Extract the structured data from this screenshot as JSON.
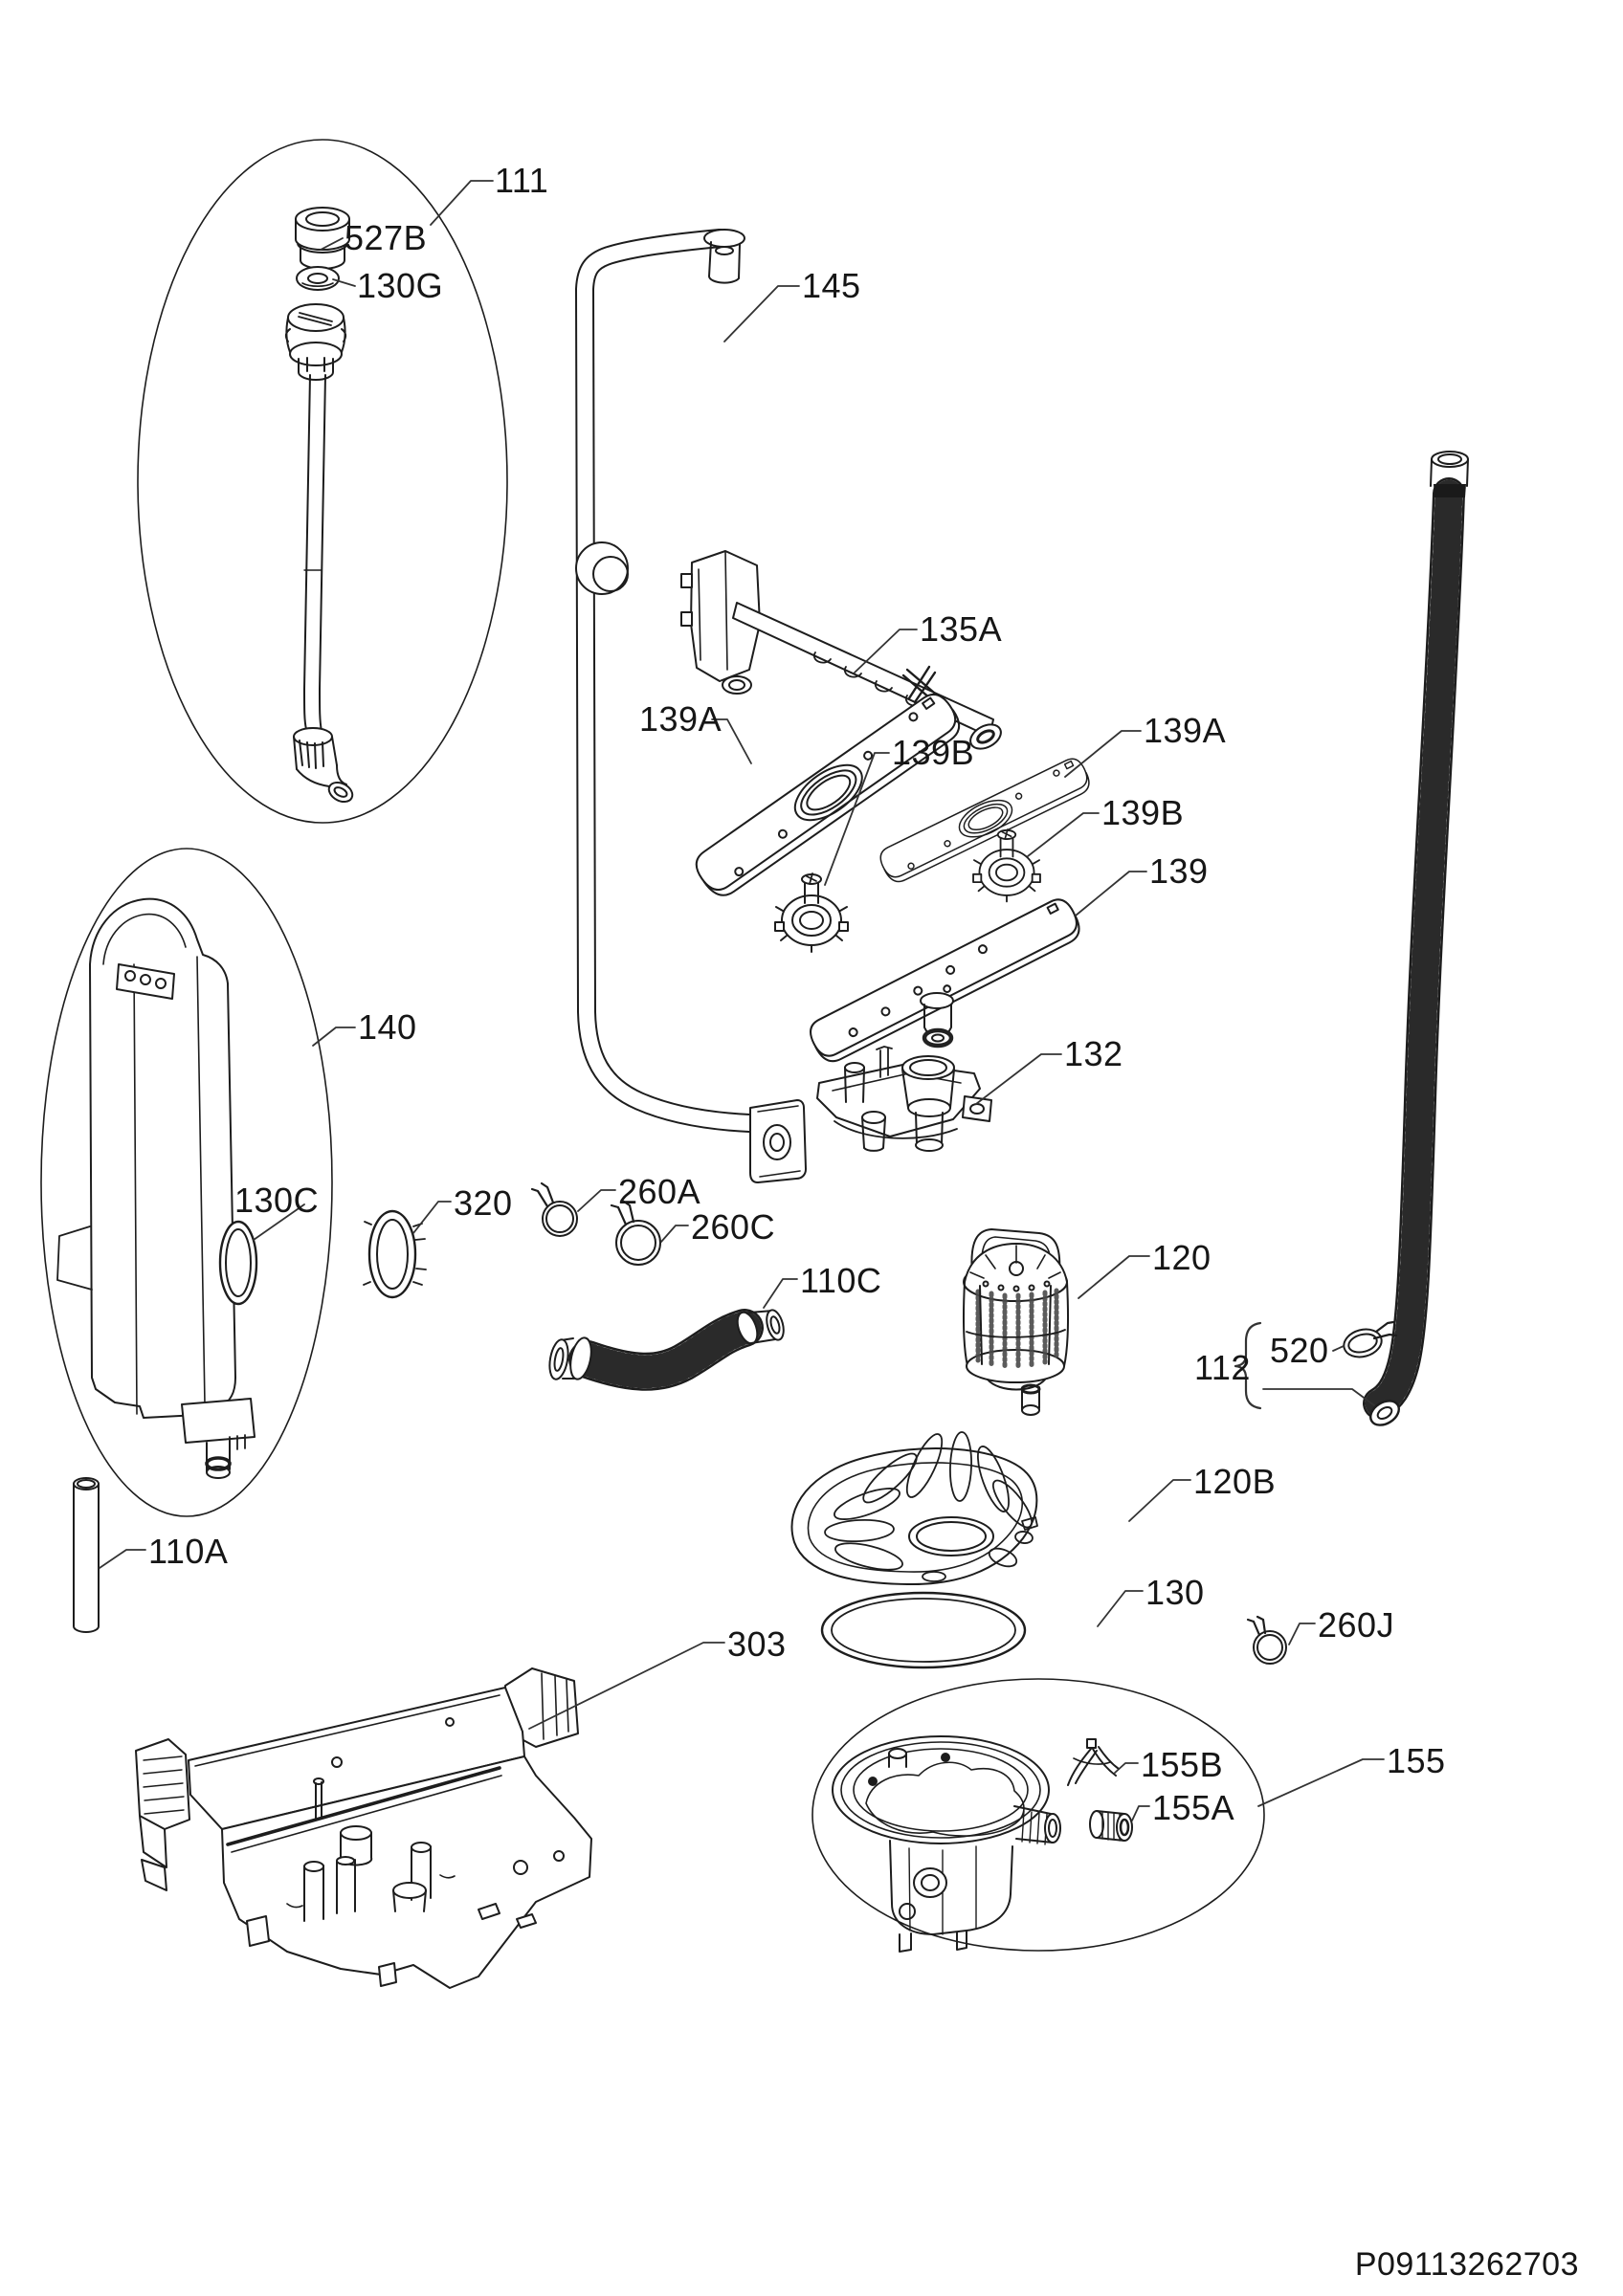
{
  "diagram": {
    "type": "exploded-parts-diagram",
    "background": "#ffffff",
    "line_color": "#1d1d1d",
    "callouts": {
      "c111": "111",
      "c527B": "527B",
      "c130G": "130G",
      "c145": "145",
      "c135A": "135A",
      "c139A_upper": "139A",
      "c139B_upper": "139B",
      "c139A_mid": "139A",
      "c139B_mid": "139B",
      "c139": "139",
      "c132": "132",
      "c140": "140",
      "c130C": "130C",
      "c320": "320",
      "c260A": "260A",
      "c260C": "260C",
      "c110C": "110C",
      "c120": "120",
      "c112": "112",
      "c520": "520",
      "c120B": "120B",
      "c130": "130",
      "c260J": "260J",
      "c303": "303",
      "c110A": "110A",
      "c155B": "155B",
      "c155A": "155A",
      "c155": "155"
    },
    "footer_code": "P09113262703"
  }
}
